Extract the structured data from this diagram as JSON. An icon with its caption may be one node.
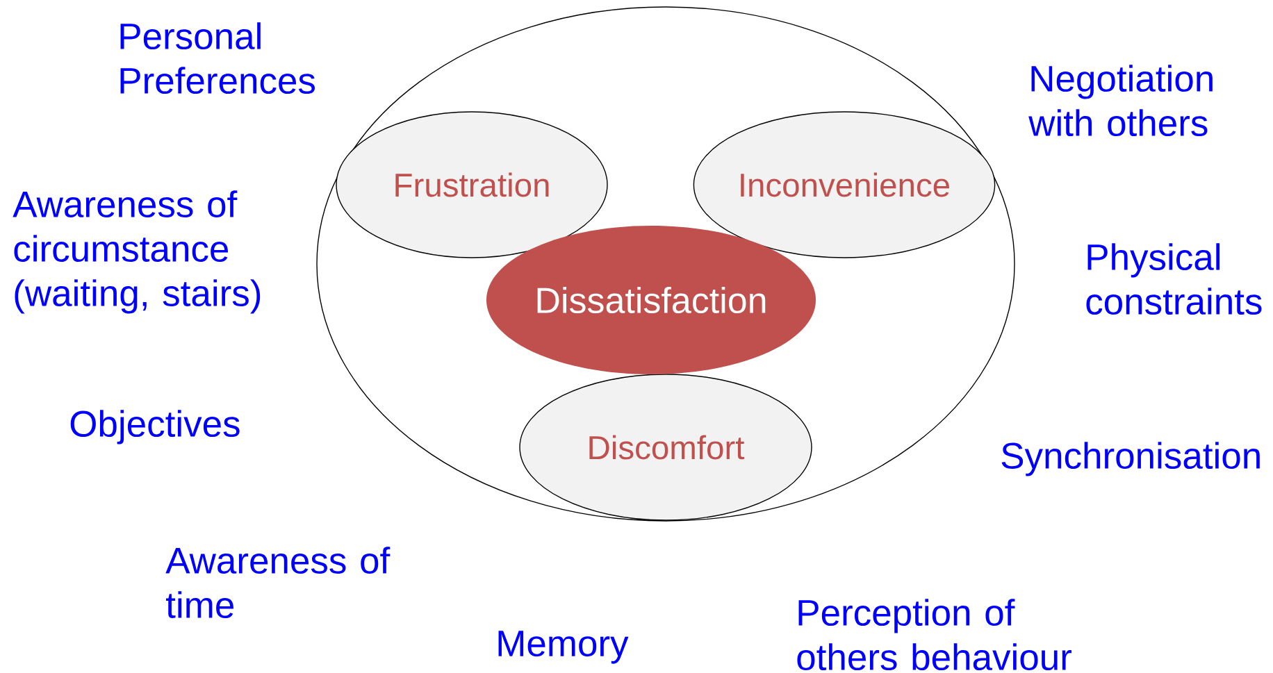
{
  "diagram": {
    "nodes": [
      {
        "text": [],
        "shape": "ellipse"
      },
      {
        "text": [
          "Frustration"
        ],
        "in": 0
      },
      {
        "text": [
          "Inconvenience"
        ],
        "in": 0
      },
      {
        "text": [
          "Dissatisfaction"
        ],
        "in": 0
      },
      {
        "text": [
          "Discomfort"
        ],
        "in": 0
      }
    ],
    "labels": [
      "Personal Preferences",
      "Negotiation with others",
      "Awareness of circumstance (waiting, stairs)",
      "Physical constraints",
      "Objectives",
      "Synchronisation",
      "Awareness of time",
      "Perception of others behaviour",
      "Memory"
    ]
  }
}
